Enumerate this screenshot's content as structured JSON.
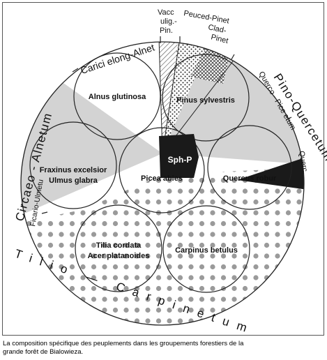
{
  "figure": {
    "associations": {
      "carici": "Carici elong-Alnet",
      "vacc": [
        "Vacc",
        "ulig.-",
        "Pin."
      ],
      "peuced": [
        "Peuced-Pinet",
        "Clad-",
        "Pinet"
      ],
      "pino": "Pino-Quercetum",
      "querco": "Querco - Pice etum",
      "querc": "Querc.",
      "circaeo": "Circaeo - Alnetum",
      "ficario": "Ficario-Ulmetu",
      "tilio": "Tilio — Carpinetum"
    },
    "species": {
      "alnus": "Alnus glutinosa",
      "pinus": "Pinus sylvestris",
      "sphp": "Sph-P",
      "fraxinus": [
        "Fraxinus excelsior",
        "Ulmus glabra"
      ],
      "picea": "Picea abies",
      "quercus": "Quercus robur",
      "tilia": [
        "Tilia cordata",
        "Acer platanoides"
      ],
      "carpinus": "Carpinus betulus"
    },
    "colors": {
      "gray": "#d3d3d3",
      "dark": "#1a1a1a",
      "dot": "#9a9a9a",
      "outline": "#222222"
    }
  },
  "caption": {
    "line1": "La composition spécifique des peuplements dans les groupements forestiers de la",
    "line2": "grande forêt de Bialowieza."
  }
}
